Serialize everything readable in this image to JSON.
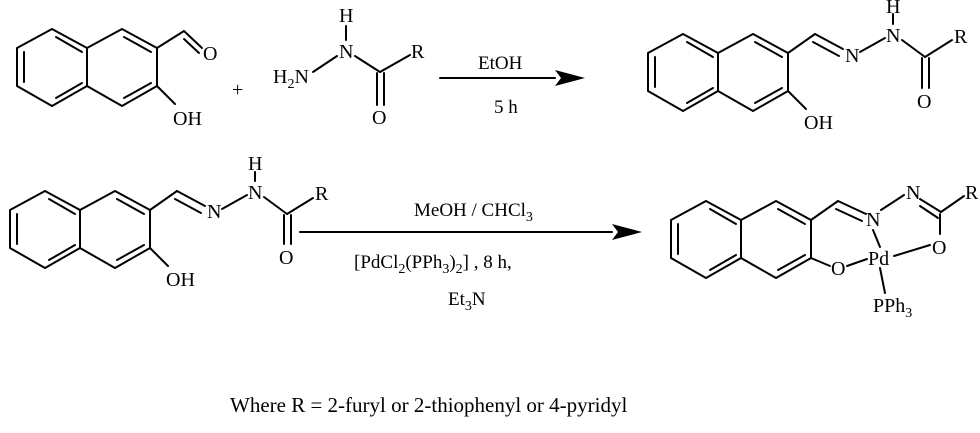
{
  "reaction1": {
    "reactant1": {
      "label_O": "O",
      "label_OH": "OH"
    },
    "plus": "+",
    "reactant2": {
      "label_H": "H",
      "label_H2N_base": "H",
      "label_H2N_sub": "2",
      "label_H2N_tail": "N",
      "label_N": "N",
      "label_R": "R",
      "label_O": "O"
    },
    "conditions_above": "EtOH",
    "conditions_below": "5 h",
    "product": {
      "label_H": "H",
      "label_N_imine": "N",
      "label_N_amide": "N",
      "label_R": "R",
      "label_O": "O",
      "label_OH": "OH"
    }
  },
  "reaction2": {
    "reactant": {
      "label_H": "H",
      "label_N_imine": "N",
      "label_N_amide": "N",
      "label_R": "R",
      "label_O": "O",
      "label_OH": "OH"
    },
    "conditions": {
      "line1_base": "MeOH / CHCl",
      "line1_sub": "3",
      "line2_a": "[PdCl",
      "line2_sub1": "2",
      "line2_b": "(PPh",
      "line2_sub2": "3",
      "line2_c": ")",
      "line2_sub3": "2",
      "line2_d": "] , 8 h,",
      "line3_a": "Et",
      "line3_sub": "3",
      "line3_b": "N"
    },
    "product": {
      "label_N1": "N",
      "label_N2": "N",
      "label_R": "R",
      "label_Pd": "Pd",
      "label_O_left": "O",
      "label_O_right": "O",
      "label_PPh_base": "PPh",
      "label_PPh_sub": "3"
    }
  },
  "caption": "Where R = 2-furyl or 2-thiophenyl or 4-pyridyl"
}
